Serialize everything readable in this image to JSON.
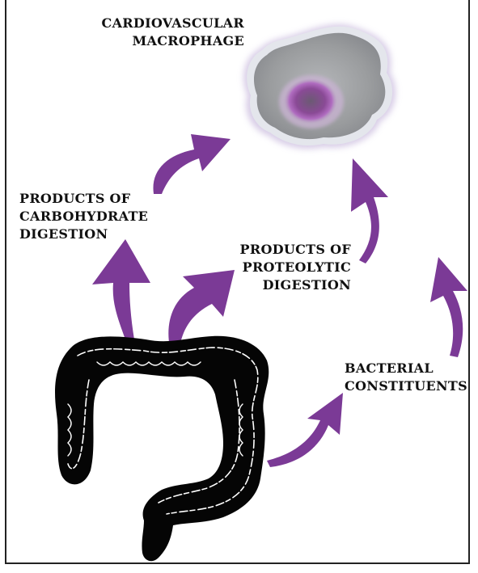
{
  "macrophage_label": [
    "CARDIOVASCULAR",
    "MACROPHAGE"
  ],
  "carbohydrate_label": [
    "PRODUCTS OF",
    "CARBOHYDRATE",
    "DIGESTION"
  ],
  "proteolytic_label": [
    "PRODUCTS OF",
    "PROTEOLYTIC",
    "DIGESTION"
  ],
  "bacterial_label": [
    "BACTERIAL",
    "CONSTITUENTS"
  ],
  "colors": {
    "arrow": "#7b3a96",
    "cell_body": "#9a9c9e",
    "cell_rim": "#e4e6ec",
    "nucleus": "#8a4a96",
    "intestine": "#050505"
  },
  "icons": {
    "macrophage": "macrophage-cell-icon",
    "intestine": "colon-icon"
  }
}
